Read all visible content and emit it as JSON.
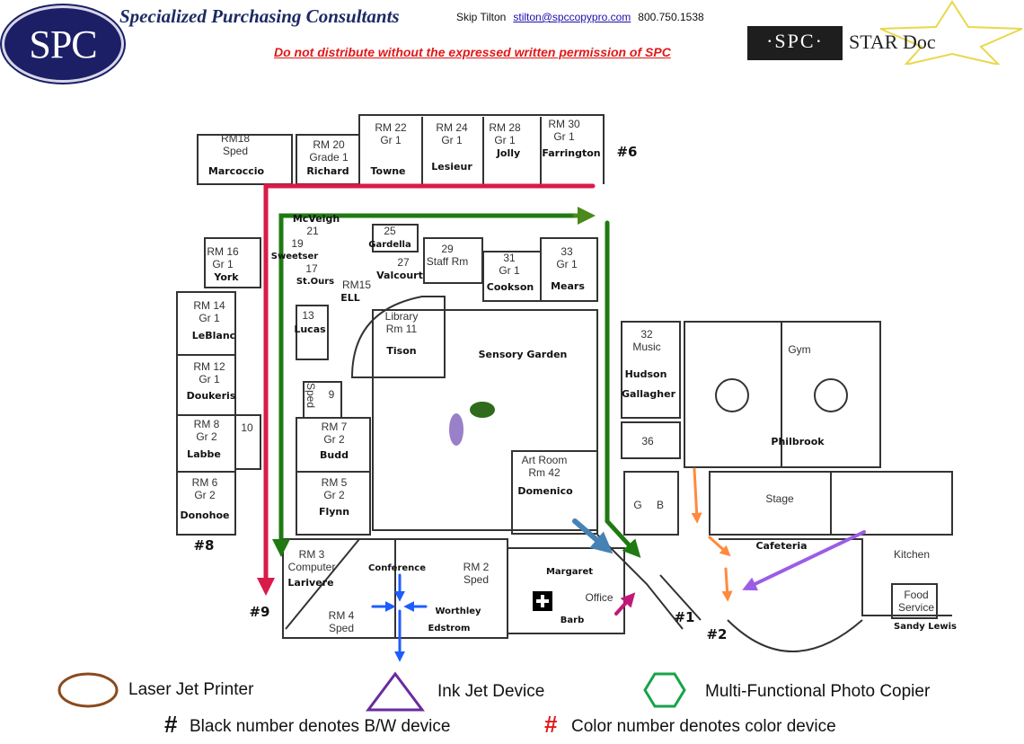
{
  "header": {
    "logo_text": "SPC",
    "company": "Specialized Purchasing Consultants",
    "contact_name": "Skip Tilton",
    "contact_email": "stilton@spccopypro.com",
    "contact_phone": "800.750.1538",
    "warning": "Do not distribute without the expressed written permission of SPC",
    "stardoc_logo": "·SPC· STAR Doc"
  },
  "rooms": {
    "rm18": [
      "RM18",
      "Sped",
      "Marcoccio"
    ],
    "rm20": [
      "RM 20",
      "Grade 1",
      "Richard"
    ],
    "rm22": [
      "RM 22",
      "Gr 1",
      "Towne"
    ],
    "rm24": [
      "RM 24",
      "Gr 1",
      "Lesieur"
    ],
    "rm28": [
      "RM 28",
      "Gr 1",
      "Jolly"
    ],
    "rm30": [
      "RM 30",
      "Gr 1",
      "Farrington"
    ],
    "rm21": [
      "McVeigh",
      "21"
    ],
    "rm19": [
      "19",
      "Sweetser"
    ],
    "rm17": [
      "17",
      "St.Ours"
    ],
    "rm15": [
      "RM15",
      "ELL"
    ],
    "rm25": [
      "25",
      "Gardella"
    ],
    "rm27": [
      "27",
      "Valcourt"
    ],
    "rm29": [
      "29",
      "Staff Rm"
    ],
    "rm31": [
      "31",
      "Gr 1",
      "Cookson"
    ],
    "rm33": [
      "33",
      "Gr 1",
      "Mears"
    ],
    "rm16": [
      "RM 16",
      "Gr 1",
      "York"
    ],
    "rm14": [
      "RM 14",
      "Gr 1",
      "LeBlanc"
    ],
    "rm13": [
      "13",
      "Lucas"
    ],
    "library": [
      "Library",
      "Rm 11",
      "Tison"
    ],
    "garden": "Sensory Garden",
    "rm12": [
      "RM 12",
      "Gr 1",
      "Doukeris"
    ],
    "sped9": [
      "Sped",
      "9"
    ],
    "rm8": [
      "RM 8",
      "Gr 2",
      "Labbe"
    ],
    "rm10": "10",
    "rm7": [
      "RM 7",
      "Gr 2",
      "Budd"
    ],
    "rm6": [
      "RM 6",
      "Gr 2",
      "Donohoe"
    ],
    "rm5": [
      "RM 5",
      "Gr 2",
      "Flynn"
    ],
    "rm32": [
      "32",
      "Music",
      "Hudson",
      "Gallagher"
    ],
    "rm36": "36",
    "art": [
      "Art Room",
      "Rm 42",
      "Domenico"
    ],
    "gb": [
      "G",
      "B"
    ],
    "gym": [
      "Gym",
      "Philbrook"
    ],
    "stage": "Stage",
    "cafeteria": "Cafeteria",
    "kitchen": "Kitchen",
    "food": [
      "Food",
      "Service",
      "Sandy Lewis"
    ],
    "office": [
      "Margaret",
      "Office",
      "Barb"
    ],
    "rm3": [
      "RM 3",
      "Computer",
      "Larivere"
    ],
    "conference": "Conference",
    "rm2": [
      "RM 2",
      "Sped"
    ],
    "rm4": [
      "RM 4",
      "Sped"
    ],
    "worthley": [
      "Worthley",
      "Edstrom"
    ]
  },
  "devices": [
    "#6",
    "#1",
    "#2",
    "#8",
    "#9"
  ],
  "legend": {
    "laser": "Laser Jet Printer",
    "inkjet": "Ink Jet Device",
    "copier": "Multi-Functional Photo Copier",
    "hash": "#",
    "bw_note": "Black number denotes B/W device",
    "color_note": "Color number denotes color device",
    "colors": {
      "laser": "#8b4a1c",
      "inkjet": "#6a2aa0",
      "copier": "#17a34a",
      "red": "#e01818"
    }
  },
  "route_colors": {
    "red": "#d81b48",
    "green": "#1f7a12",
    "blue": "#1e5cff",
    "orange": "#ff8a3d",
    "purple": "#9b5de5",
    "steel": "#4682b4",
    "magenta": "#c2187a"
  }
}
